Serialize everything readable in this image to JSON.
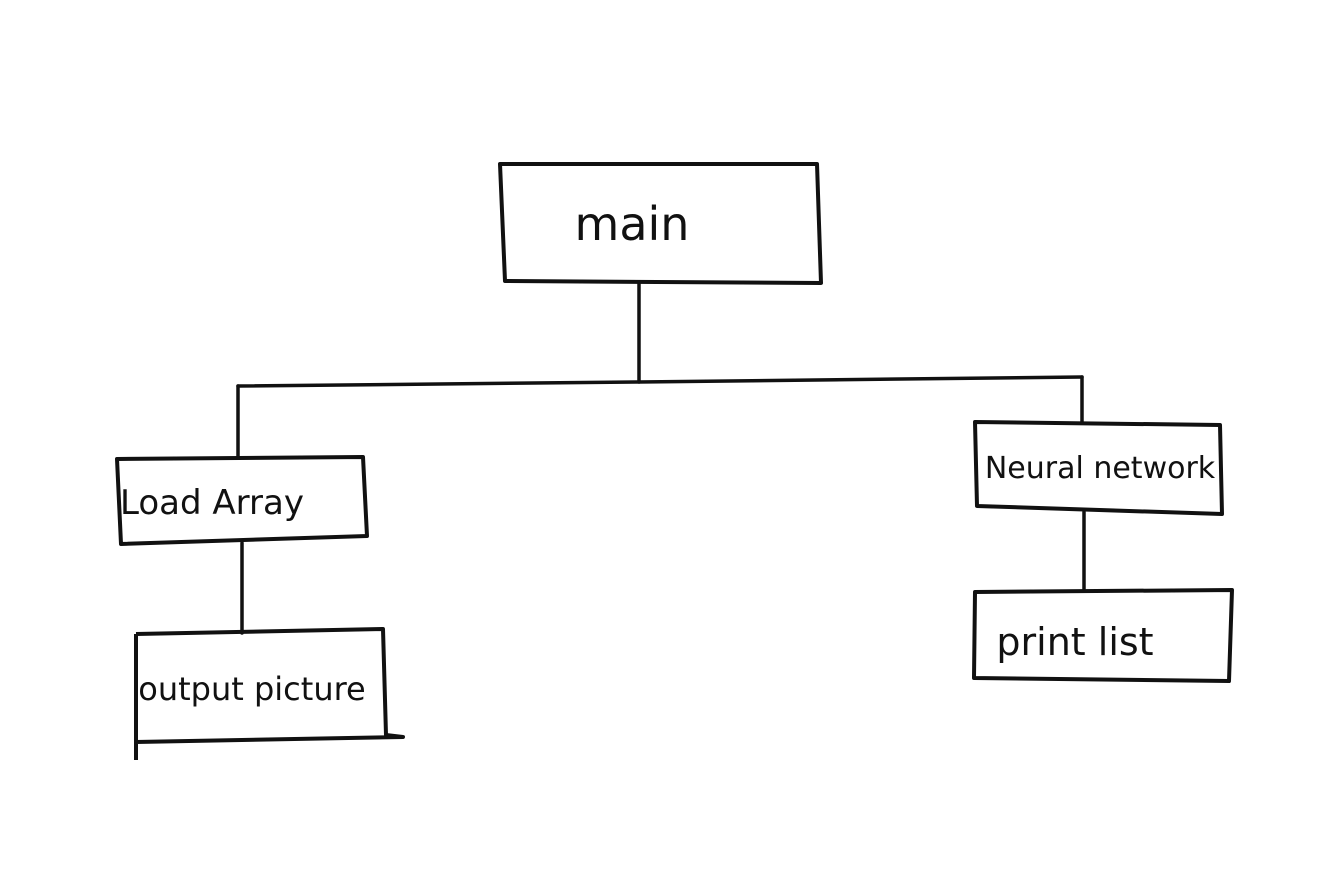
{
  "diagram": {
    "nodes": {
      "main": {
        "label": "main"
      },
      "load_array": {
        "label": "Load Array"
      },
      "neural_network": {
        "label": "Neural network"
      },
      "output_picture": {
        "label": "output picture"
      },
      "print_list": {
        "label": "print list"
      }
    },
    "edges": [
      {
        "from": "main",
        "to": "load_array"
      },
      {
        "from": "main",
        "to": "neural_network"
      },
      {
        "from": "load_array",
        "to": "output_picture"
      },
      {
        "from": "neural_network",
        "to": "print_list"
      }
    ],
    "ink_color": "#111111",
    "paper_color": "#ffffff"
  }
}
